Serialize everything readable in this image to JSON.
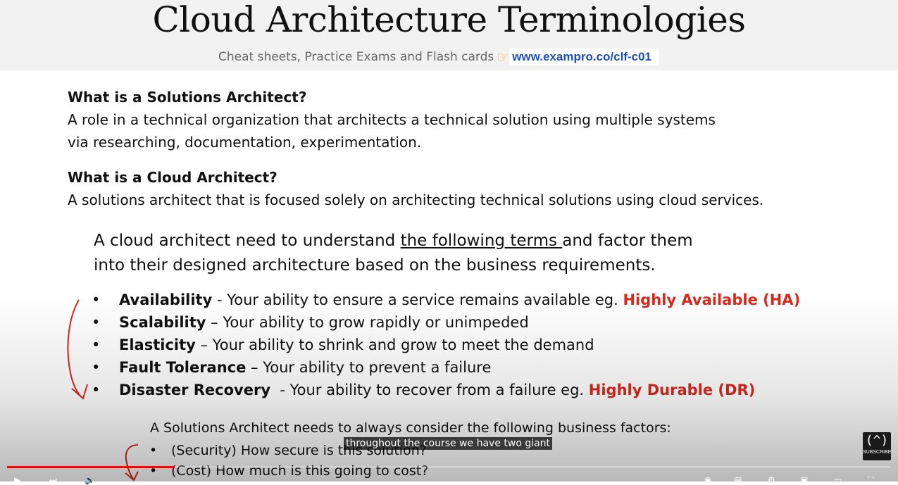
{
  "slide": {
    "title": "Cloud Architecture Terminologies",
    "subtitle": "Cheat sheets, Practice Exams and Flash cards",
    "subtitle_icon": "pointing-hand-icon",
    "subtitle_link": "www.exampro.co/clf-c01",
    "q1": "What is a Solutions Architect?",
    "a1_line1": "A role in a technical organization that architects a technical solution using multiple systems",
    "a1_line2": "via researching, documentation, experimentation.",
    "q2": "What is a Cloud Architect?",
    "a2": "A solutions architect that is focused solely on architecting technical solutions using cloud services.",
    "intro_line1_pre": "A cloud architect need to understand ",
    "intro_line1_underlined": "the following terms ",
    "intro_line1_post": "and factor them",
    "intro_line2": "into their designed architecture based on the business requirements.",
    "bullet_glyph": "•",
    "terms": [
      {
        "term": "Availability",
        "desc": " - Your ability to ensure a service remains available eg. ",
        "highlight": "Highly Available (HA)"
      },
      {
        "term": "Scalability",
        "desc": " – Your ability to grow rapidly or unimpeded",
        "highlight": ""
      },
      {
        "term": "Elasticity",
        "desc": " – Your ability to shrink and grow to meet the demand",
        "highlight": ""
      },
      {
        "term": "Fault Tolerance",
        "desc": " – Your ability to prevent a failure",
        "highlight": ""
      },
      {
        "term": "Disaster Recovery",
        "desc": "  - Your ability to recover from a failure eg. ",
        "highlight": "Highly Durable (DR)"
      }
    ],
    "business_heading": "A Solutions Architect needs to always consider the following business factors:",
    "business_items": [
      "(Security) How secure is this solution?",
      "(Cost) How much is this going to cost?"
    ],
    "highlight_color": "#d8281c"
  },
  "player": {
    "caption": "throughout the course we have two giant",
    "subscribe_label": "SUBSCRIBE",
    "subscribe_logo": "(^)",
    "progress_fraction": 0.19
  }
}
